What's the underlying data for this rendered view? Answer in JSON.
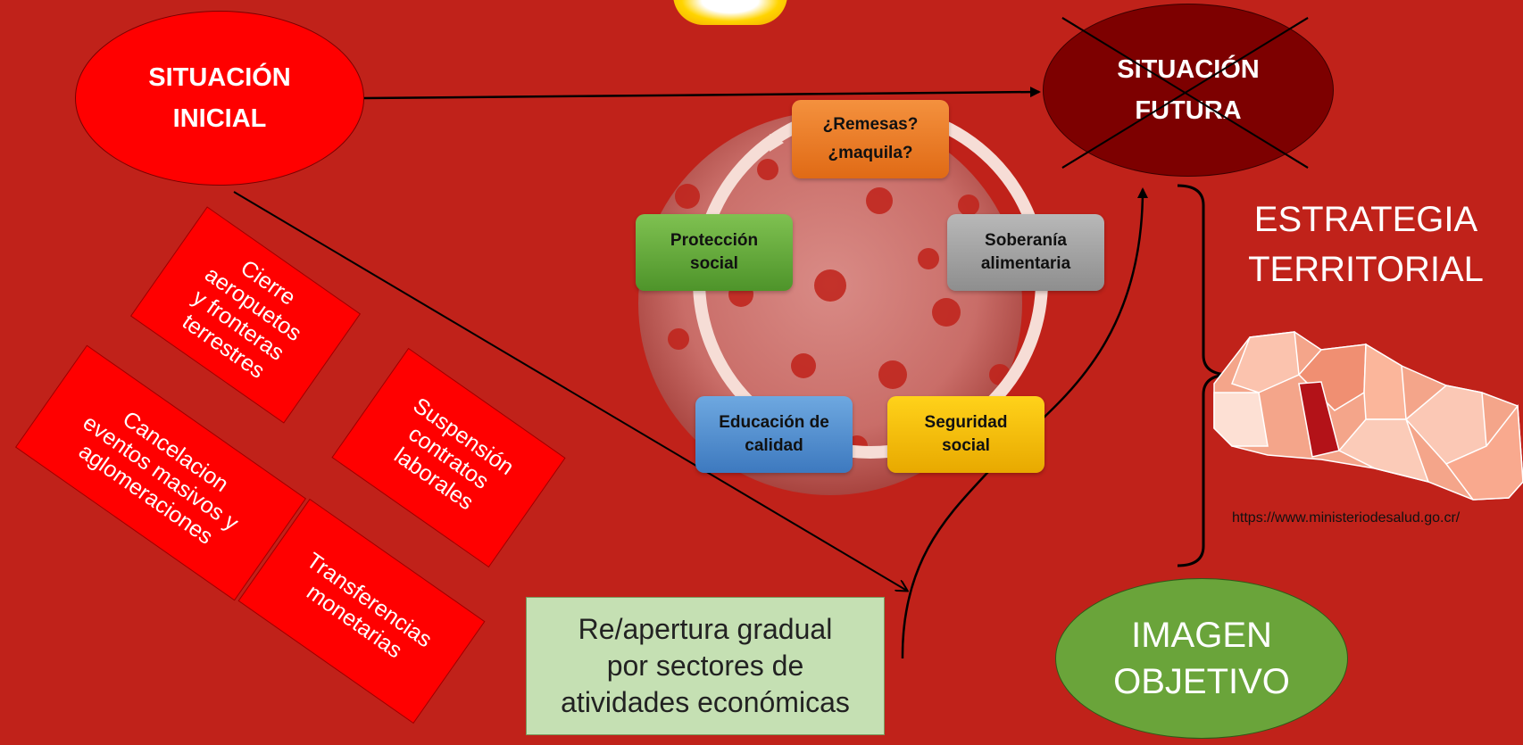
{
  "situacion_inicial": {
    "line1": "SITUACIÓN",
    "line2": "INICIAL"
  },
  "situacion_futura": {
    "line1": "SITUACIÓN",
    "line2": "FUTURA"
  },
  "imagen_objetivo": {
    "line1": "IMAGEN",
    "line2": "OBJETIVO"
  },
  "measures": [
    {
      "lines": [
        "Cierre",
        "aeropuetos",
        "y fronteras",
        "terrestres"
      ]
    },
    {
      "lines": [
        "Cancelacion",
        "eventos masivos y",
        "aglomeraciones"
      ]
    },
    {
      "lines": [
        "Suspensión",
        "contratos",
        "laborales"
      ]
    },
    {
      "lines": [
        "Transferencias",
        "monetarias"
      ]
    }
  ],
  "cycle": {
    "remesas": {
      "line1": "¿Remesas?",
      "line2": "¿maquila?"
    },
    "soberania": {
      "line1": "Soberanía",
      "line2": "alimentaria"
    },
    "seguridad": {
      "line1": "Seguridad",
      "line2": "social"
    },
    "educacion": {
      "line1": "Educación de",
      "line2": "calidad"
    },
    "proteccion": {
      "line1": "Protección",
      "line2": "social"
    }
  },
  "reapertura": {
    "lines": [
      "Re/apertura gradual",
      "por sectores de",
      "atividades económicas"
    ]
  },
  "estrategia": {
    "line1": "ESTRATEGIA",
    "line2": "TERRITORIAL"
  },
  "map_caption": "https://www.ministeriodesalud.go.cr/",
  "colors": {
    "background": "#c0221a",
    "initial": "#ff0000",
    "future": "#7d0000",
    "imagen": "#6aa43a",
    "reapertura": "#c5e0b3"
  }
}
